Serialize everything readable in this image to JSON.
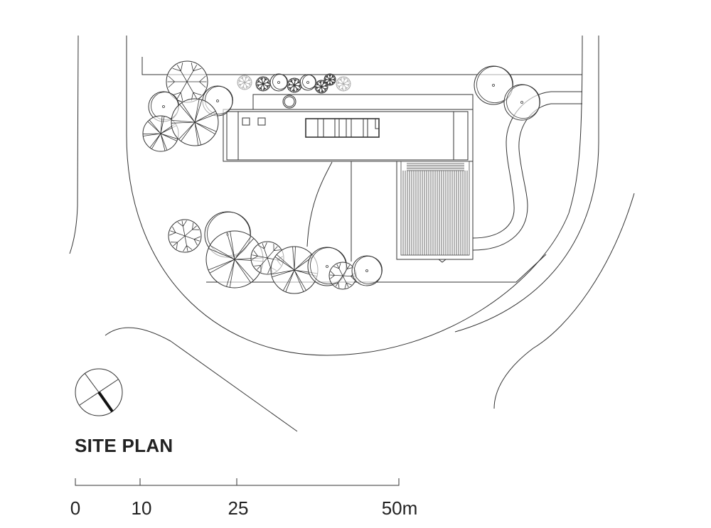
{
  "title": "SITE PLAN",
  "scale_bar": {
    "labels": [
      "0",
      "10",
      "25",
      "50m"
    ],
    "values_m": [
      0,
      10,
      25,
      50
    ]
  },
  "colors": {
    "line": "#333333",
    "background": "#ffffff",
    "text": "#222222"
  }
}
